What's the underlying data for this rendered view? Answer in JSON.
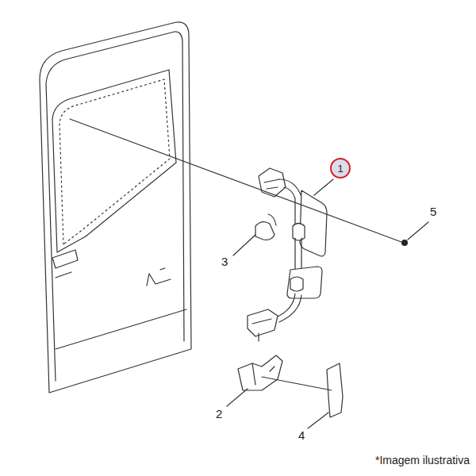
{
  "diagram": {
    "nodes": [
      {
        "text": [
          "1"
        ]
      }
    ],
    "labels": [
      "5",
      "3",
      "2",
      "4",
      "*Imagem ilustrativa"
    ]
  }
}
